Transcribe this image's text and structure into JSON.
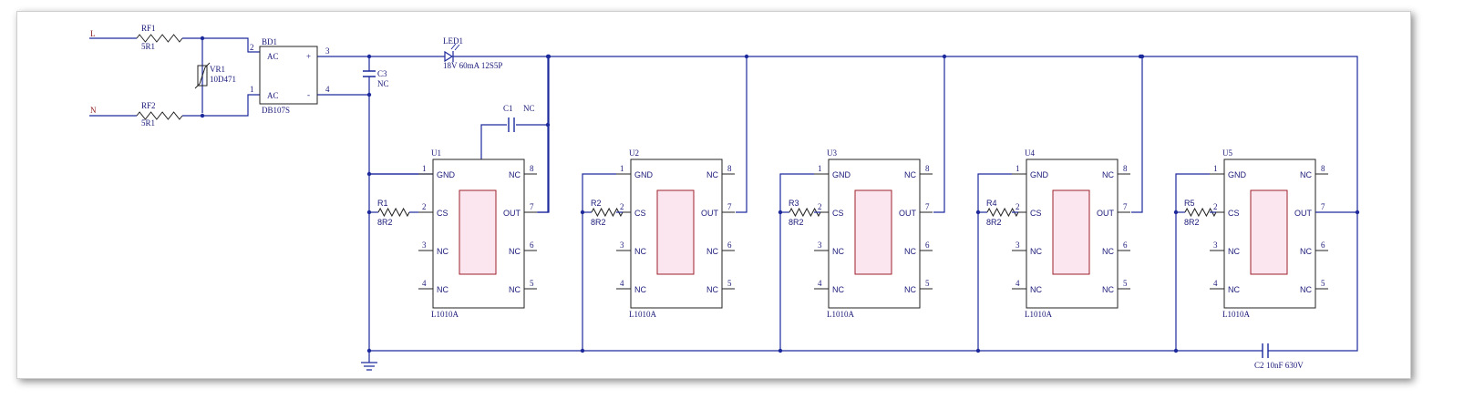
{
  "colors": {
    "wire": "#1d2a9c",
    "component_text": "#1a1a7a",
    "net_label": "#8b1a1a",
    "chip_body": "#9c1f2b",
    "chip_fill": "#fbe6ef"
  },
  "inputs": {
    "line": "L",
    "neutral": "N"
  },
  "fuses": [
    {
      "ref": "RF1",
      "value": "5R1"
    },
    {
      "ref": "RF2",
      "value": "5R1"
    }
  ],
  "varistor": {
    "ref": "VR1",
    "value": "10D471"
  },
  "bridge": {
    "ref": "BD1",
    "part": "DB107S",
    "pins": {
      "p1": "1",
      "p2": "2",
      "p3": "3",
      "p4": "4"
    },
    "labels": {
      "ac_top": "AC",
      "ac_bottom": "AC",
      "plus": "+",
      "minus": "-"
    }
  },
  "c3": {
    "ref": "C3",
    "value": "NC"
  },
  "c1": {
    "ref": "C1",
    "value": "NC"
  },
  "c2": {
    "ref": "C2",
    "value": "10nF 630V"
  },
  "led": {
    "ref": "LED1",
    "value": "18V 60mA 12S5P"
  },
  "chips": [
    {
      "ref": "U1",
      "part": "L1010A",
      "rsense": "R1",
      "rvalue": "8R2"
    },
    {
      "ref": "U2",
      "part": "L1010A",
      "rsense": "R2",
      "rvalue": "8R2"
    },
    {
      "ref": "U3",
      "part": "L1010A",
      "rsense": "R3",
      "rvalue": "8R2"
    },
    {
      "ref": "U4",
      "part": "L1010A",
      "rsense": "R4",
      "rvalue": "8R2"
    },
    {
      "ref": "U5",
      "part": "L1010A",
      "rsense": "R5",
      "rvalue": "8R2"
    }
  ],
  "chip_pins": {
    "left": [
      {
        "num": "1",
        "name": "GND"
      },
      {
        "num": "2",
        "name": "CS"
      },
      {
        "num": "3",
        "name": "NC"
      },
      {
        "num": "4",
        "name": "NC"
      }
    ],
    "right": [
      {
        "num": "8",
        "name": "NC"
      },
      {
        "num": "7",
        "name": "OUT"
      },
      {
        "num": "6",
        "name": "NC"
      },
      {
        "num": "5",
        "name": "NC"
      }
    ]
  }
}
